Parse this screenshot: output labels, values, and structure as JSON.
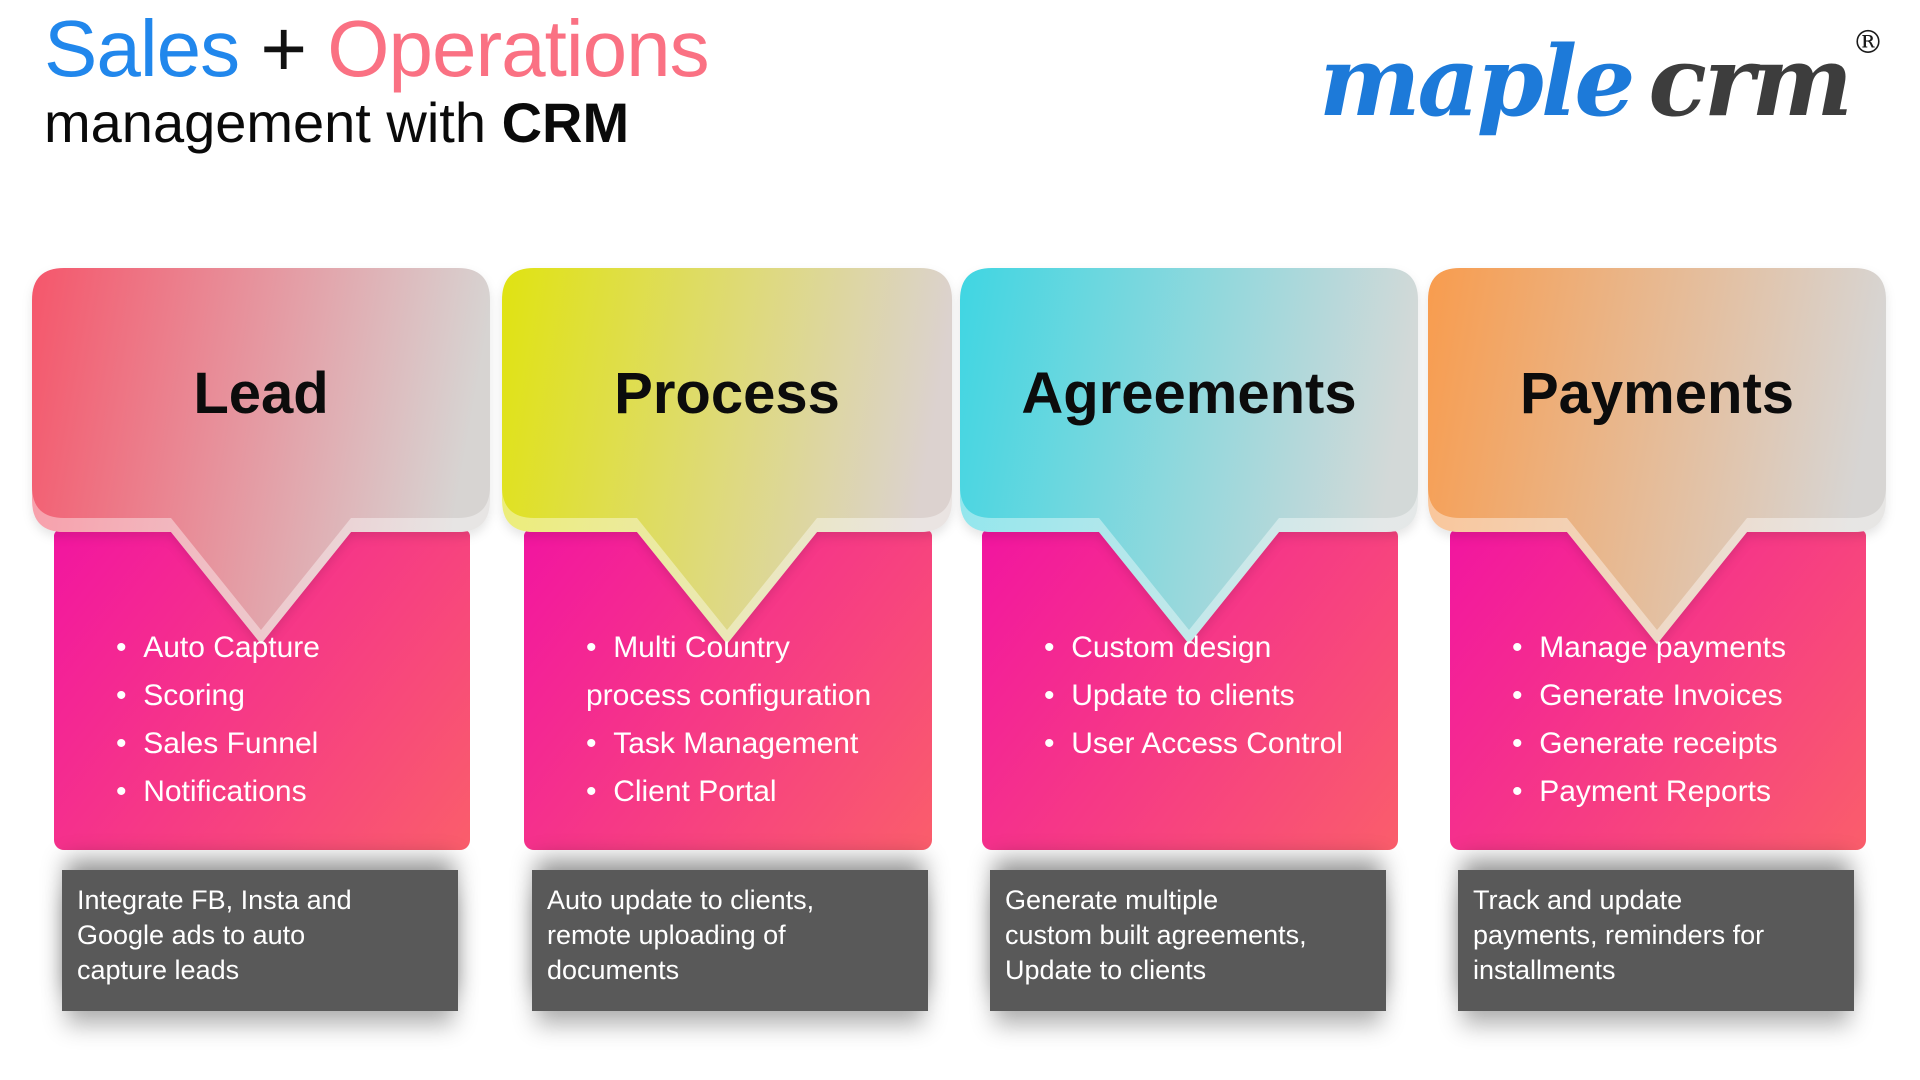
{
  "title": {
    "part1": "Sales",
    "part2": " + ",
    "part3": "Operations",
    "line2_prefix": "management with ",
    "line2_bold": "CRM"
  },
  "logo": {
    "word1": "maple",
    "word2": "crm",
    "registered": "®"
  },
  "colors": {
    "sales_blue": "#2187ec",
    "plus_black": "#111111",
    "operations_pink": "#fa7183",
    "logo_blue": "#1d7ad9",
    "logo_dark": "#3d3d3d",
    "body_gradient": [
      "#f215a0",
      "#fa5e6b"
    ],
    "footer_bg": "#595959",
    "bullet_text": "#ffffff",
    "header_title_text": "#0c0c0c"
  },
  "columns": [
    {
      "title": "Lead",
      "header_gradient": [
        "#f5566b",
        "#d7d4d2"
      ],
      "bullets": [
        "Auto Capture",
        "Scoring",
        "Sales Funnel",
        "Notifications"
      ],
      "footer": "Integrate FB, Insta and\nGoogle ads to auto\ncapture leads"
    },
    {
      "title": "Process",
      "header_gradient": [
        "#e0e311",
        "#dcd2cf"
      ],
      "bullets": [
        "Multi Country\nprocess configuration",
        "Task Management",
        "Client Portal"
      ],
      "footer": "Auto update to clients,\nremote uploading of\ndocuments"
    },
    {
      "title": "Agreements",
      "header_gradient": [
        "#3fd6e2",
        "#d3d9d8"
      ],
      "bullets": [
        "Custom design",
        "Update to clients",
        "User Access Control"
      ],
      "footer": "Generate multiple\ncustom built agreements,\nUpdate to clients"
    },
    {
      "title": "Payments",
      "header_gradient": [
        "#f89c4e",
        "#d7d5d3"
      ],
      "bullets": [
        "Manage payments",
        "Generate Invoices",
        "Generate receipts",
        "Payment Reports"
      ],
      "footer": "Track and update\npayments, reminders for\ninstallments"
    }
  ]
}
